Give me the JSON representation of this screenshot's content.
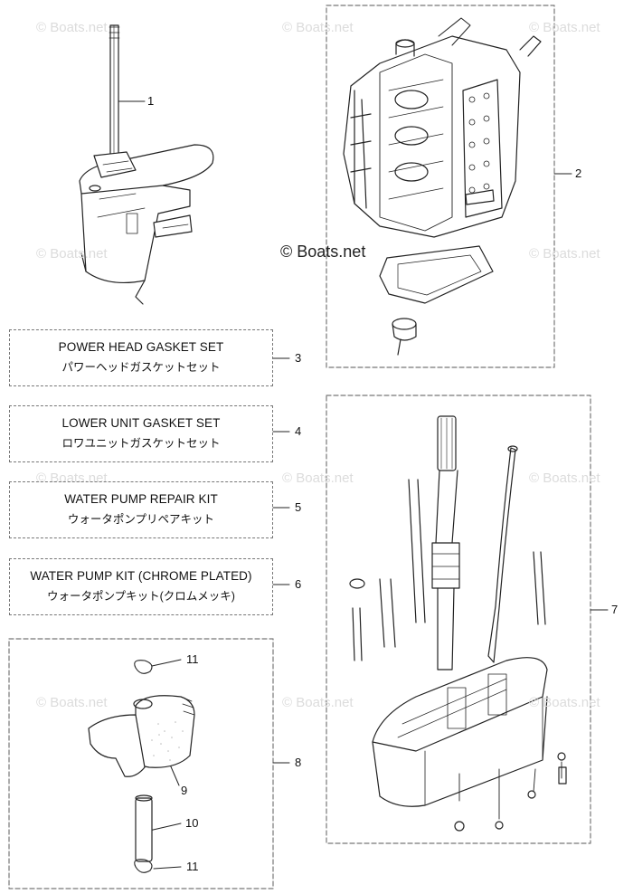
{
  "copyright": "© Boats.net",
  "watermark": "© Boats.net",
  "kits": [
    {
      "ref": "3",
      "en": "POWER HEAD GASKET SET",
      "jp": "パワーヘッドガスケットセット"
    },
    {
      "ref": "4",
      "en": "LOWER UNIT GASKET SET",
      "jp": "ロワユニットガスケットセット"
    },
    {
      "ref": "5",
      "en": "WATER PUMP REPAIR KIT",
      "jp": "ウォータポンプリペアキット"
    },
    {
      "ref": "6",
      "en": "WATER PUMP KIT (CHROME PLATED)",
      "jp": "ウォータポンプキット(クロムメッキ)"
    }
  ],
  "callouts": {
    "c1": "1",
    "c2": "2",
    "c7": "7",
    "c8": "8",
    "c9": "9",
    "c10": "10",
    "c11a": "11",
    "c11b": "11"
  }
}
